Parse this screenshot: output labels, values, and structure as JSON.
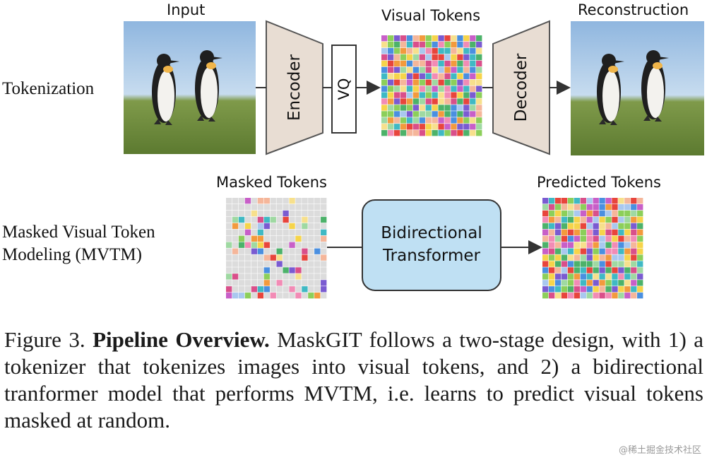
{
  "row_labels": {
    "tokenization": "Tokenization",
    "mvtm_line1": "Masked Visual Token",
    "mvtm_line2": "Modeling (MVTM)"
  },
  "top_row": {
    "input_label": "Input",
    "encoder_label": "Encoder",
    "vq_label": "VQ",
    "visual_tokens_label": "Visual Tokens",
    "decoder_label": "Decoder",
    "reconstruction_label": "Reconstruction"
  },
  "bottom_row": {
    "masked_tokens_label": "Masked Tokens",
    "transformer_line1": "Bidirectional",
    "transformer_line2": "Transformer",
    "predicted_tokens_label": "Predicted Tokens"
  },
  "caption": {
    "prefix": "Figure 3. ",
    "bold": "Pipeline Overview.",
    "body": " MaskGIT follows a two-stage design, with 1) a tokenizer that tokenizes images into visual tokens, and 2) a bidirectional tranformer model that performs MVTM, i.e. learns to predict visual tokens masked at random."
  },
  "watermark": "@稀土掘金技术社区",
  "colors": {
    "trapezoid_fill": "#e8ddd3",
    "transformer_fill": "#bfe0f3",
    "mask_gray": "#dcdcdc",
    "token_palette": [
      "#e8453c",
      "#f39a3d",
      "#f6d44a",
      "#8ccf5a",
      "#4cb26a",
      "#3fb9c4",
      "#4a8fe0",
      "#7a5bd1",
      "#c85fc8",
      "#f28bb5",
      "#9fd9a2",
      "#f5b69a",
      "#a9c8ef",
      "#d94f8a",
      "#f7e08c"
    ]
  }
}
